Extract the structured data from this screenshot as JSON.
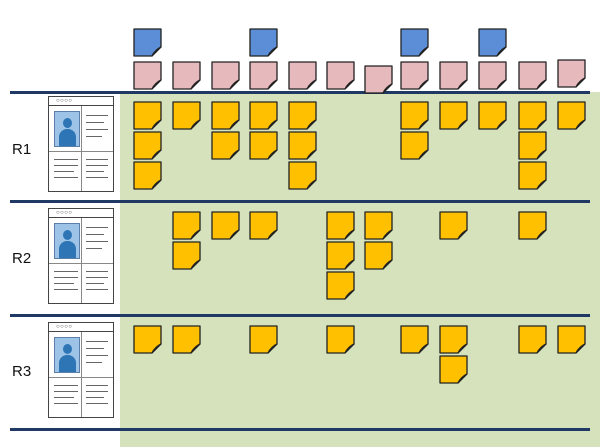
{
  "rows": [
    {
      "label": "R1"
    },
    {
      "label": "R2"
    },
    {
      "label": "R3"
    }
  ],
  "persona_card": {
    "titlebar_dots": "○○○○"
  },
  "colors": {
    "user_activity_note": "#5b8ed6",
    "user_task_note": "#e6b9bc",
    "story_note": "#ffc000",
    "release_band": "#d5e2bc",
    "divider": "#1f3864",
    "note_outline": "#222222"
  },
  "columns": 12,
  "activity_notes": [
    {
      "column": 1
    },
    {
      "column": 4
    },
    {
      "column": 8
    },
    {
      "column": 10
    }
  ],
  "task_notes": [
    {
      "column": 1
    },
    {
      "column": 2
    },
    {
      "column": 3
    },
    {
      "column": 4
    },
    {
      "column": 5
    },
    {
      "column": 6
    },
    {
      "column": 7
    },
    {
      "column": 8
    },
    {
      "column": 9
    },
    {
      "column": 10
    },
    {
      "column": 11
    },
    {
      "column": 12
    }
  ],
  "release_stories": [
    {
      "release": "R1",
      "stacks": [
        {
          "column": 1,
          "count": 3
        },
        {
          "column": 2,
          "count": 1
        },
        {
          "column": 3,
          "count": 2
        },
        {
          "column": 4,
          "count": 2
        },
        {
          "column": 5,
          "count": 3
        },
        {
          "column": 8,
          "count": 2
        },
        {
          "column": 9,
          "count": 1
        },
        {
          "column": 10,
          "count": 1
        },
        {
          "column": 11,
          "count": 3
        },
        {
          "column": 12,
          "count": 1
        }
      ]
    },
    {
      "release": "R2",
      "stacks": [
        {
          "column": 2,
          "count": 2
        },
        {
          "column": 3,
          "count": 1
        },
        {
          "column": 4,
          "count": 1
        },
        {
          "column": 6,
          "count": 3
        },
        {
          "column": 7,
          "count": 2
        },
        {
          "column": 9,
          "count": 1
        },
        {
          "column": 11,
          "count": 1
        }
      ]
    },
    {
      "release": "R3",
      "stacks": [
        {
          "column": 1,
          "count": 1
        },
        {
          "column": 2,
          "count": 1
        },
        {
          "column": 4,
          "count": 1
        },
        {
          "column": 6,
          "count": 1
        },
        {
          "column": 8,
          "count": 1
        },
        {
          "column": 9,
          "count": 2
        },
        {
          "column": 11,
          "count": 1
        },
        {
          "column": 12,
          "count": 1
        }
      ]
    }
  ]
}
